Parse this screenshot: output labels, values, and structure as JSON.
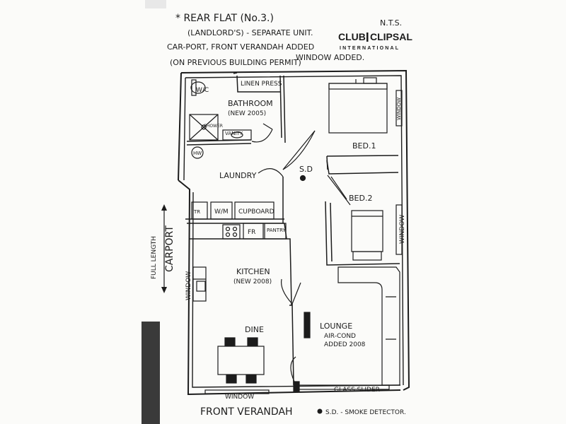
{
  "header": {
    "line1": "* REAR FLAT (No.3.)",
    "line2": "(LANDLORD'S) - SEPARATE UNIT.",
    "line3": "CAR-PORT, FRONT VERANDAH ADDED",
    "line4": "(ON PREVIOUS BUILDING PERMIT)",
    "window_added": "WINDOW ADDED.",
    "scale": "N.T.S."
  },
  "logo": {
    "word1": "CLUB",
    "word2": "CLIPSAL",
    "sub": "INTERNATIONAL"
  },
  "rooms": {
    "linen_press": "LINEN PRESS",
    "wc": "W/C",
    "bathroom": "BATHROOM",
    "bathroom_note": "(NEW 2005)",
    "shower": "SHOWER",
    "vanity": "VANITY",
    "hw": "HW",
    "bed1": "BED.1",
    "laundry": "LAUNDRY",
    "smoke_detector": "S.D",
    "bed2": "BED.2",
    "trough": "TR",
    "washing_machine": "W/M",
    "cupboard": "CUPBOARD",
    "fridge": "FR",
    "pantry": "PANTRY",
    "kitchen": "KITCHEN",
    "kitchen_note": "(NEW 2008)",
    "dine": "DINE",
    "lounge": "LOUNGE",
    "lounge_note1": "AIR-COND",
    "lounge_note2": "ADDED 2008",
    "window_bed1": "WINDOW",
    "window_bed2": "WINDOW",
    "window_kitchen": "WINDOW",
    "window_front": "WINDOW",
    "glass_slider": "GLASS SLIDER"
  },
  "side": {
    "full_length": "FULL LENGTH",
    "carport": "CARPORT"
  },
  "footer": {
    "verandah": "FRONT VERANDAH",
    "legend": "S.D. - SMOKE DETECTOR."
  },
  "colors": {
    "ink": "#1c1c1c",
    "paper": "#fbfbf9",
    "shadow": "#3a3a3a"
  }
}
